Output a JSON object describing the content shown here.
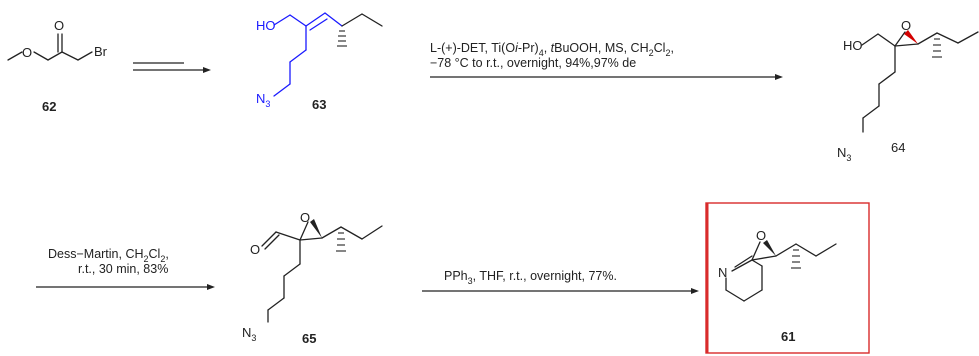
{
  "compounds": {
    "c62": {
      "number": "62",
      "atom_br": "Br",
      "atom_o": "O"
    },
    "c63": {
      "number": "63",
      "atom_ho": "HO",
      "atom_n3": "N",
      "atom_n3_sub": "3"
    },
    "c64": {
      "number": "64",
      "atom_ho": "HO",
      "atom_o": "O",
      "atom_n3": "N",
      "atom_n3_sub": "3"
    },
    "c65": {
      "number": "65",
      "atom_o_ald": "O",
      "atom_o": "O",
      "atom_n3": "N",
      "atom_n3_sub": "3"
    },
    "c61": {
      "number": "61",
      "atom_o": "O",
      "atom_n": "N"
    }
  },
  "conditions": {
    "step2_line1": [
      "L-(+)-DET, Ti(O",
      "i",
      "-Pr)",
      "4",
      ", ",
      "t",
      "BuOOH, MS, CH",
      "2",
      "Cl",
      "2",
      ","
    ],
    "step2_line2": "−78 °C to r.t., overnight, 94%,97% de",
    "step3_line1": [
      "Dess−Martin, CH",
      "2",
      "Cl",
      "2",
      ","
    ],
    "step3_line2": "r.t., 30 min, 83%",
    "step4_line1": [
      "PPh",
      "3",
      ", THF, r.t., overnight, 77%."
    ]
  },
  "colors": {
    "highlight_blue": "#1a1aff",
    "epoxide_red": "#d40000",
    "box_red": "#d92b2b"
  }
}
